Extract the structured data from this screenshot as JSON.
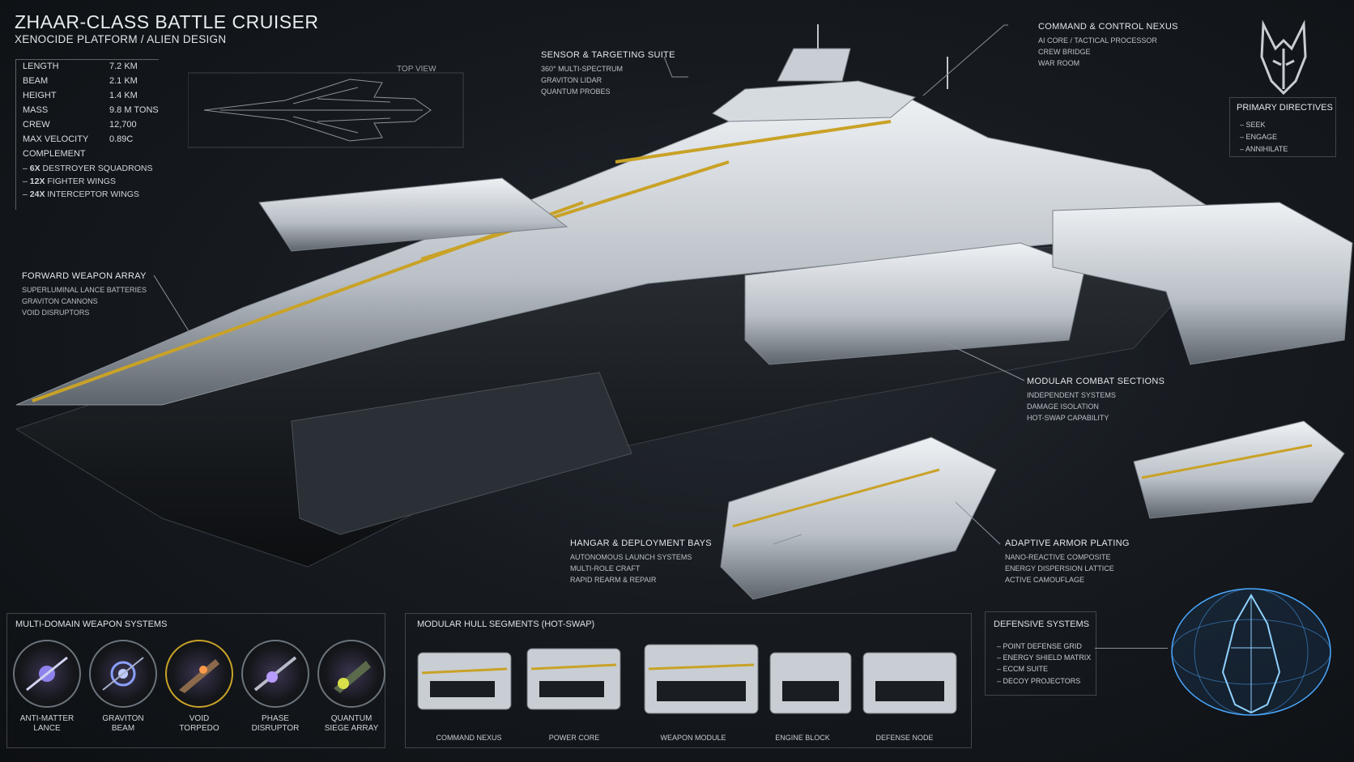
{
  "header": {
    "title": "ZHAAR-CLASS BATTLE CRUISER",
    "subtitle": "XENOCIDE PLATFORM / ALIEN DESIGN"
  },
  "specs": [
    {
      "label": "LENGTH",
      "value": "7.2 KM"
    },
    {
      "label": "BEAM",
      "value": "2.1 KM"
    },
    {
      "label": "HEIGHT",
      "value": "1.4 KM"
    },
    {
      "label": "MASS",
      "value": "9.8 M TONS"
    },
    {
      "label": "CREW",
      "value": "12,700"
    },
    {
      "label": "MAX VELOCITY",
      "value": "0.89C"
    }
  ],
  "complement": {
    "label": "COMPLEMENT",
    "items": [
      {
        "count": "6X",
        "text": "DESTROYER SQUADRONS"
      },
      {
        "count": "12X",
        "text": "FIGHTER WINGS"
      },
      {
        "count": "24X",
        "text": "INTERCEPTOR WINGS"
      }
    ]
  },
  "top_view_label": "TOP VIEW",
  "callouts": {
    "sensor": {
      "title": "SENSOR & TARGETING SUITE",
      "lines": [
        "360° MULTI-SPECTRUM",
        "GRAVITON LIDAR",
        "QUANTUM PROBES"
      ]
    },
    "command": {
      "title": "COMMAND & CONTROL NEXUS",
      "lines": [
        "AI CORE / TACTICAL PROCESSOR",
        "CREW BRIDGE",
        "WAR ROOM"
      ]
    },
    "forward": {
      "title": "FORWARD WEAPON ARRAY",
      "lines": [
        "SUPERLUMINAL LANCE BATTERIES",
        "GRAVITON CANNONS",
        "VOID DISRUPTORS"
      ]
    },
    "modular": {
      "title": "MODULAR COMBAT SECTIONS",
      "lines": [
        "INDEPENDENT SYSTEMS",
        "DAMAGE ISOLATION",
        "HOT-SWAP CAPABILITY"
      ]
    },
    "hangar": {
      "title": "HANGAR & DEPLOYMENT BAYS",
      "lines": [
        "AUTONOMOUS LAUNCH SYSTEMS",
        "MULTI-ROLE CRAFT",
        "RAPID REARM & REPAIR"
      ]
    },
    "armor": {
      "title": "ADAPTIVE ARMOR PLATING",
      "lines": [
        "NANO-REACTIVE COMPOSITE",
        "ENERGY DISPERSION LATTICE",
        "ACTIVE CAMOUFLAGE"
      ]
    }
  },
  "directives": {
    "title": "PRIMARY DIRECTIVES",
    "items": [
      "SEEK",
      "ENGAGE",
      "ANNIHILATE"
    ]
  },
  "weapons_panel": {
    "title": "MULTI-DOMAIN WEAPON SYSTEMS",
    "items": [
      {
        "line1": "ANTI-MATTER",
        "line2": "LANCE",
        "glow": "#9a8cff"
      },
      {
        "line1": "GRAVITON",
        "line2": "BEAM",
        "glow": "#8aa0ff"
      },
      {
        "line1": "VOID",
        "line2": "TORPEDO",
        "glow": "#ff9a4a"
      },
      {
        "line1": "PHASE",
        "line2": "DISRUPTOR",
        "glow": "#b89cff"
      },
      {
        "line1": "QUANTUM",
        "line2": "SIEGE ARRAY",
        "glow": "#d8e04a"
      }
    ]
  },
  "hull_panel": {
    "title": "MODULAR HULL SEGMENTS (HOT-SWAP)",
    "items": [
      "COMMAND NEXUS",
      "POWER CORE",
      "WEAPON MODULE",
      "ENGINE BLOCK",
      "DEFENSE NODE"
    ]
  },
  "defense_panel": {
    "title": "DEFENSIVE SYSTEMS",
    "items": [
      "POINT DEFENSE GRID",
      "ENERGY SHIELD MATRIX",
      "ECCM SUITE",
      "DECOY PROJECTORS"
    ]
  },
  "colors": {
    "accent_gold": "#c9a227",
    "hull_white": "#dfe3e8",
    "line": "#6d757d",
    "hologram": "#4aa8ff"
  }
}
